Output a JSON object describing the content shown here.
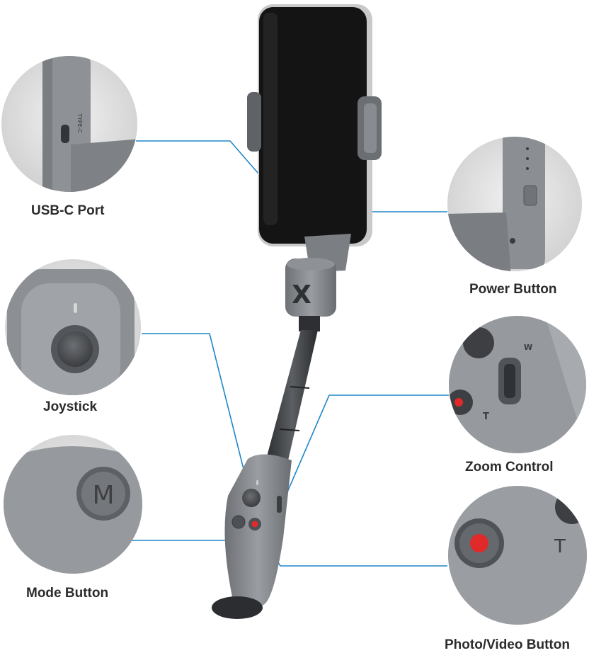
{
  "callouts": [
    {
      "id": "usb-c-port",
      "label": "USB-C Port",
      "detail_text": "TYPE-C"
    },
    {
      "id": "power-button",
      "label": "Power Button"
    },
    {
      "id": "joystick",
      "label": "Joystick"
    },
    {
      "id": "zoom-control",
      "label": "Zoom Control",
      "detail_text_top": "W",
      "detail_text_bottom": "T"
    },
    {
      "id": "mode-button",
      "label": "Mode Button",
      "detail_text": "M"
    },
    {
      "id": "photo-video-button",
      "label": "Photo/Video Button",
      "detail_text": "T"
    }
  ],
  "product_logo_letter": "X",
  "colors": {
    "leader_line": "#1f86c8",
    "body_gray": "#8d9094",
    "body_dark": "#5a5d61",
    "phone": "#141414",
    "record_red": "#e02a2a",
    "label_text": "#2b2b2b"
  }
}
